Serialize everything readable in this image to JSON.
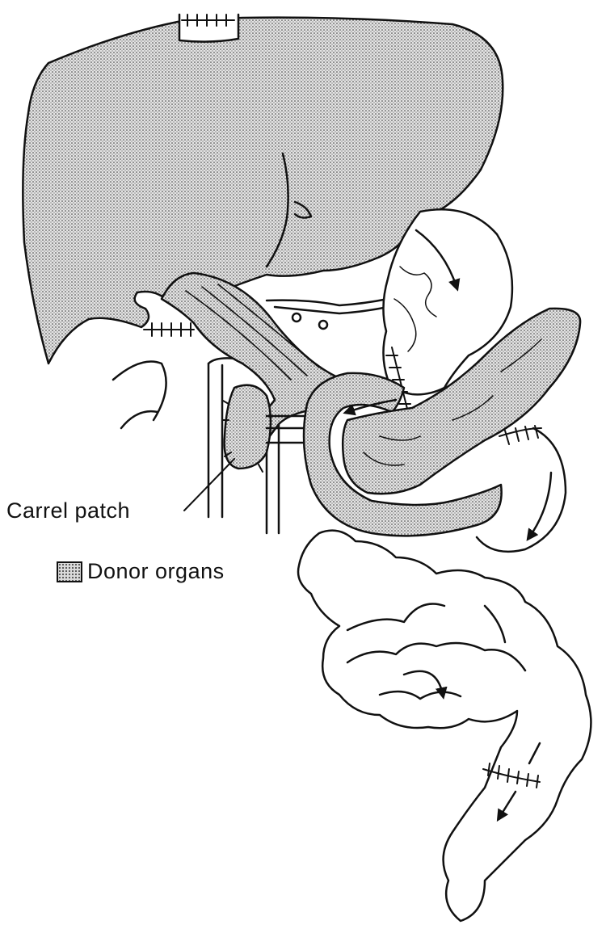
{
  "labels": {
    "carrel_patch": "Carrel patch",
    "donor_organs": "Donor organs"
  },
  "legend": {
    "swatch_pattern": "stippled",
    "swatch_color": "#d9d9d9"
  },
  "colors": {
    "ink": "#111111",
    "stipple_fill": "#d9d9d9",
    "background": "#ffffff"
  }
}
